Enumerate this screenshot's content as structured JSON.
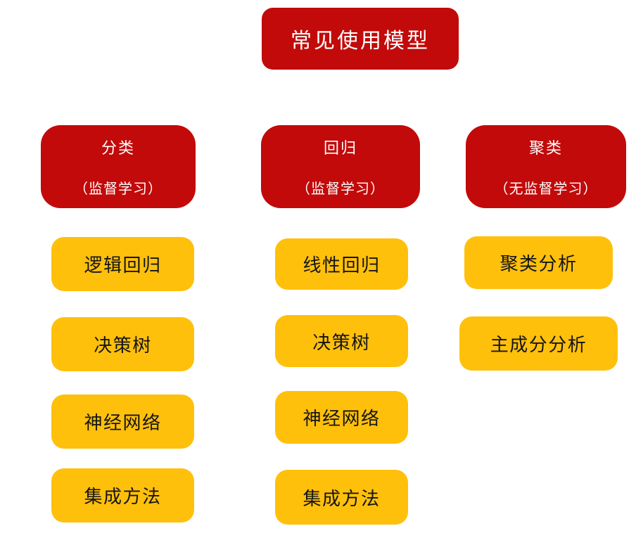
{
  "colors": {
    "red": "#c20a0a",
    "yellow": "#ffc00c",
    "title_text": "#ffffff",
    "item_text": "#151515"
  },
  "title": {
    "label": "常见使用模型"
  },
  "columns": [
    {
      "header": {
        "line1": "分类",
        "line2": "（监督学习）"
      },
      "items": [
        "逻辑回归",
        "决策树",
        "神经网络",
        "集成方法"
      ]
    },
    {
      "header": {
        "line1": "回归",
        "line2": "（监督学习）"
      },
      "items": [
        "线性回归",
        "决策树",
        "神经网络",
        "集成方法"
      ]
    },
    {
      "header": {
        "line1": "聚类",
        "line2": "（无监督学习）"
      },
      "items": [
        "聚类分析",
        "主成分分析"
      ]
    }
  ]
}
